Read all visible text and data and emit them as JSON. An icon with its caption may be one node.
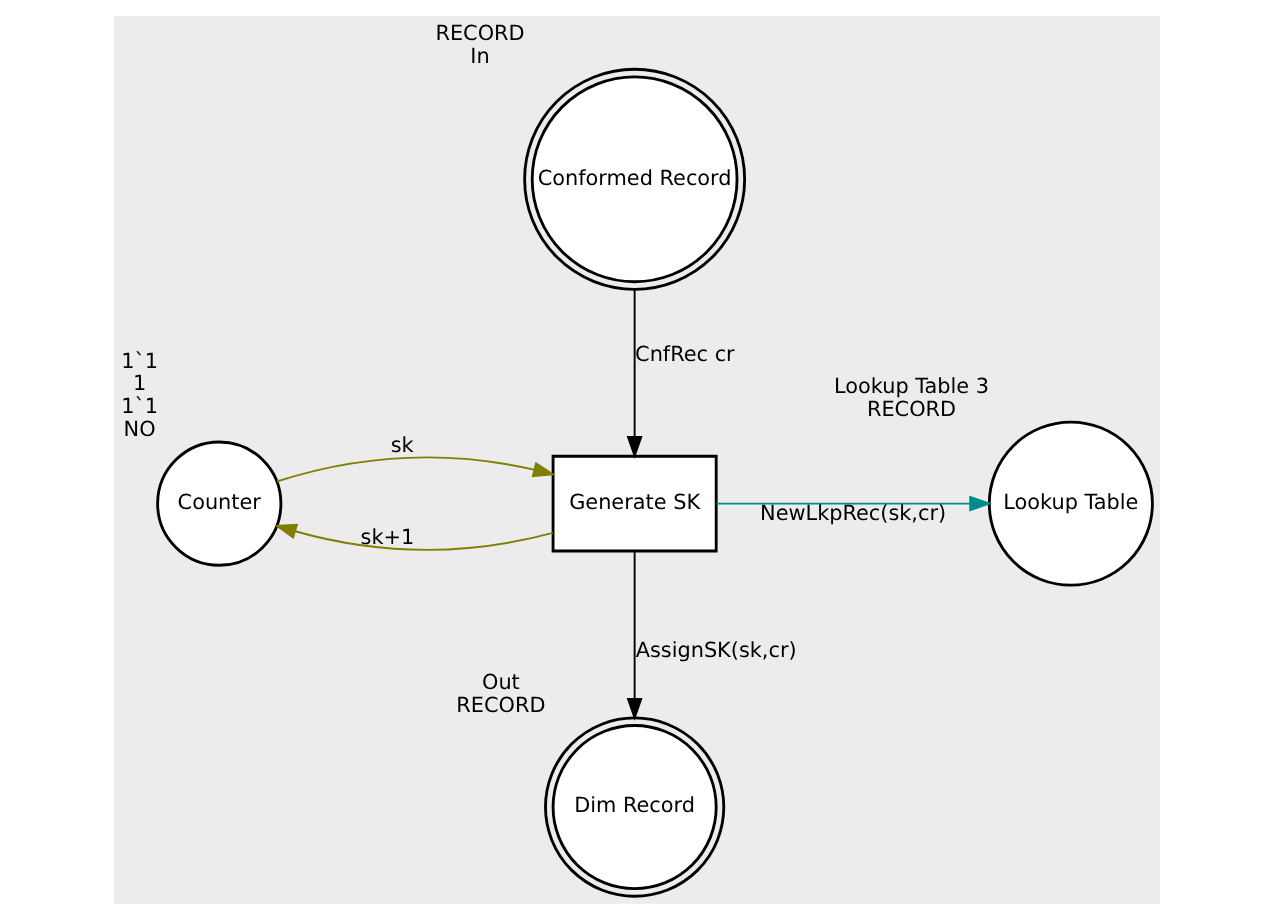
{
  "diagram": {
    "nodes": [
      {
        "text": [
          "Conformed Record"
        ],
        "beside": [
          "RECORD",
          "In"
        ]
      },
      {
        "text": [
          "Counter"
        ],
        "beside": [
          "1`1",
          "1",
          "1`1",
          "NO"
        ]
      },
      {
        "text": [
          "Generate SK"
        ]
      },
      {
        "text": [
          "Lookup Table"
        ],
        "beside": [
          "Lookup Table 3",
          "RECORD"
        ]
      },
      {
        "text": [
          "Dim Record"
        ],
        "beside": [
          "Out",
          "RECORD"
        ]
      }
    ],
    "edges": [
      {
        "from": 0,
        "to": 2,
        "arrow": "to",
        "label": "CnfRec cr"
      },
      {
        "from": 2,
        "to": 1,
        "arrow": "to",
        "label": "sk+1",
        "color": "#808000"
      },
      {
        "from": 1,
        "to": 2,
        "arrow": "to",
        "label": "sk",
        "color": "#808000"
      },
      {
        "from": 2,
        "to": 3,
        "arrow": "to",
        "label": "NewLkpRec(sk,cr)",
        "color": "#008b8b"
      },
      {
        "from": 2,
        "to": 4,
        "arrow": "to",
        "label": "AssignSK(sk,cr)"
      }
    ]
  }
}
